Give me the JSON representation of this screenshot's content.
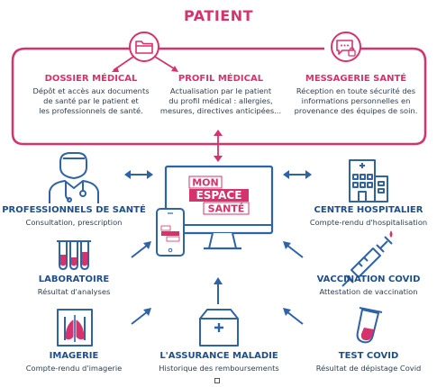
{
  "patient": {
    "title": "PATIENT",
    "sections": [
      {
        "title": "DOSSIER MÉDICAL",
        "desc": [
          "Dépôt et accès aux documents",
          "de santé par le patient et",
          "les professionnels de santé."
        ]
      },
      {
        "title": "PROFIL MÉDICAL",
        "desc": [
          "Actualisation par le patient",
          "du profil médical : allergies,",
          "mesures, directives anticipées..."
        ]
      },
      {
        "title": "MESSAGERIE SANTÉ",
        "desc": [
          "Réception en toute sécurité des",
          "informations personnelles en",
          "provenance des équipes de soin."
        ]
      }
    ]
  },
  "center": {
    "logo_lines": [
      "MON",
      "ESPACE",
      "SANTÉ"
    ]
  },
  "actors": [
    {
      "id": "pros",
      "title": "PROFESSIONNELS DE SANTÉ",
      "desc": "Consultation, prescription",
      "icon": "doctor-icon"
    },
    {
      "id": "hopital",
      "title": "CENTRE HOSPITALIER",
      "desc": "Compte-rendu d'hospitalisation",
      "icon": "hospital-icon"
    },
    {
      "id": "labo",
      "title": "LABORATOIRE",
      "desc": "Résultat d'analyses",
      "icon": "test-tubes-icon"
    },
    {
      "id": "vaccin",
      "title": "VACCINATION COVID",
      "desc": "Attestation de vaccination",
      "icon": "syringe-icon"
    },
    {
      "id": "imagerie",
      "title": "IMAGERIE",
      "desc": "Compte-rendu d'imagerie",
      "icon": "xray-icon"
    },
    {
      "id": "assurance",
      "title": "L'ASSURANCE MALADIE",
      "desc": "Historique des remboursements",
      "icon": "medical-box-icon"
    },
    {
      "id": "covid",
      "title": "TEST COVID",
      "desc": "Résultat de dépistage Covid",
      "icon": "test-tube-icon"
    }
  ],
  "colors": {
    "pink": "#d6336c",
    "blue": "#1f4f8b",
    "icon_blue": "#2f63a8"
  }
}
